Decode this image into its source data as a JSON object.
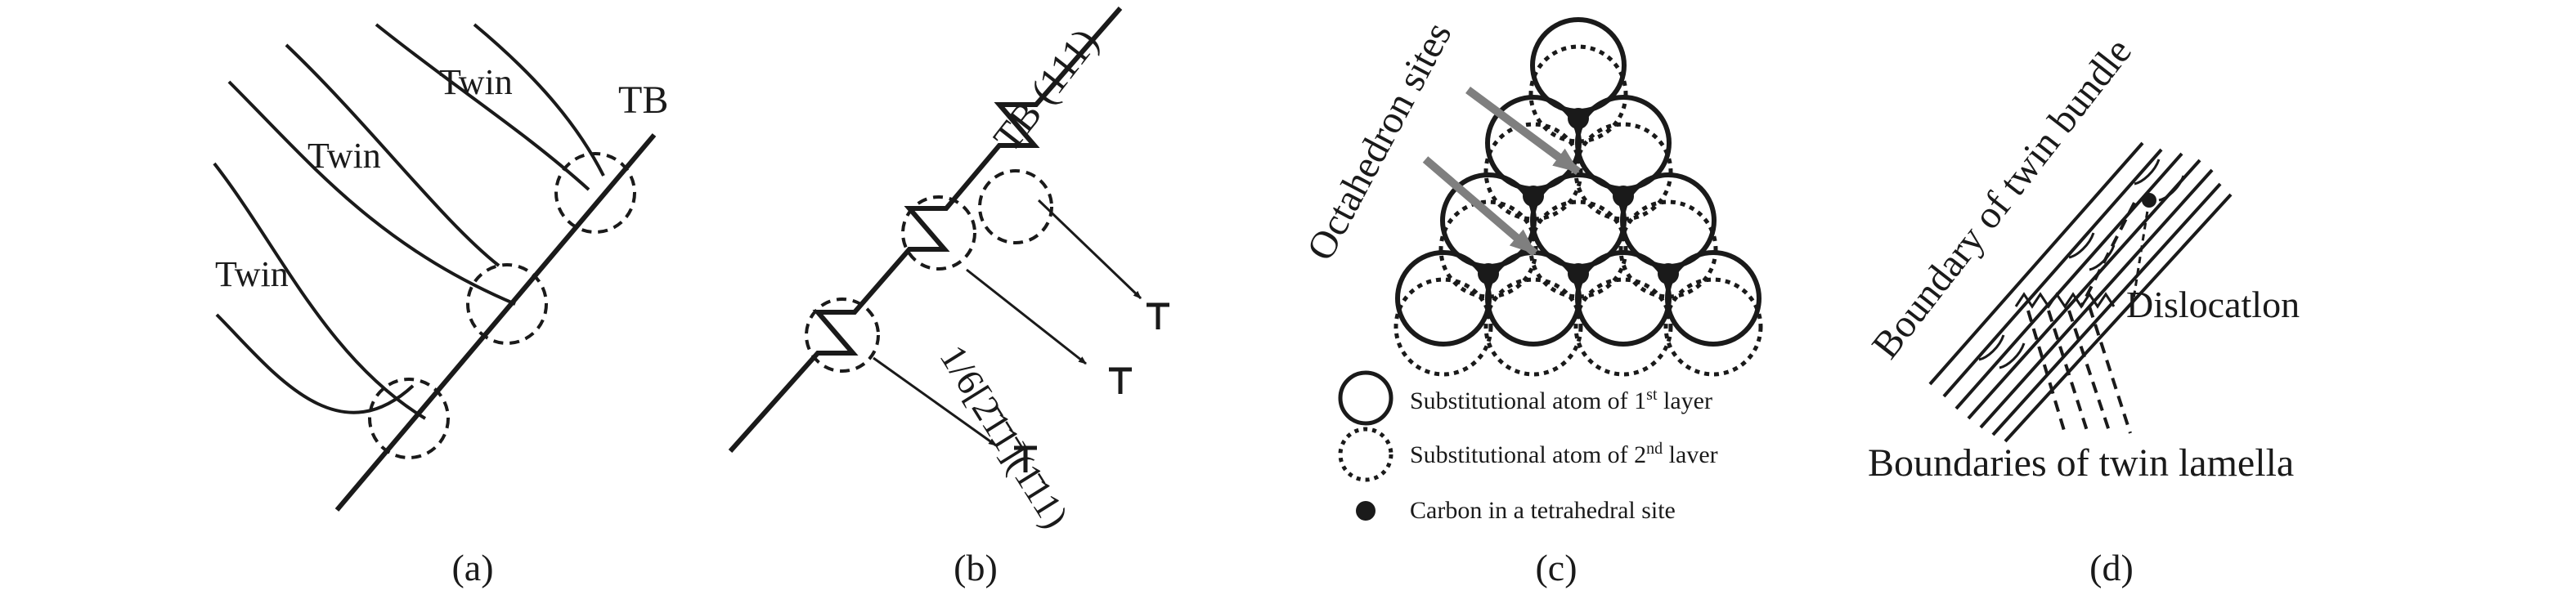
{
  "panels": {
    "a": {
      "caption": "(a)",
      "twin_labels": [
        "Twin",
        "Twin",
        "Twin"
      ],
      "tb_label": "TB"
    },
    "b": {
      "caption": "(b)",
      "tb_label": "TB (111)",
      "burgers_label": "1/6[2̄1̄1̄](1̄11)"
    },
    "c": {
      "caption": "(c)",
      "octahedron_label": "Octahedron sites",
      "legend": {
        "first_layer_text": "Substitutional atom of 1",
        "first_layer_sup": "st",
        "first_layer_tail": " layer",
        "second_layer_text": "Substitutional atom of 2",
        "second_layer_sup": "nd",
        "second_layer_tail": " laver",
        "carbon_text": "Carbon in a tetrahedral site"
      }
    },
    "d": {
      "caption": "(d)",
      "bundle_label": "Boundary of twin bundle",
      "dislocation_label": "Dislocatlon",
      "lamella_label": "Boundaries of twin lamella"
    }
  },
  "colors": {
    "ink": "#1a1a1a",
    "arrow_gray": "#7f7f7f"
  }
}
